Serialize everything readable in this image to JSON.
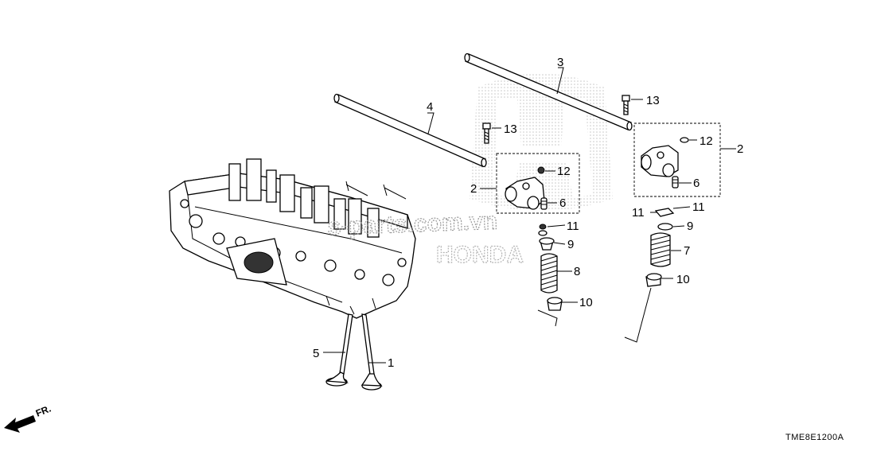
{
  "watermark": {
    "text": "s-parts.com.vn",
    "brand": "HONDA"
  },
  "diagram_code": "TME8E1200A",
  "direction_label": "FR.",
  "callouts": {
    "c1": "1",
    "c2a": "2",
    "c2b": "2",
    "c3": "3",
    "c4": "4",
    "c5": "5",
    "c6a": "6",
    "c6b": "6",
    "c7": "7",
    "c8": "8",
    "c9a": "9",
    "c9b": "9",
    "c10a": "10",
    "c10b": "10",
    "c11a": "11",
    "c11b": "11",
    "c11c": "11",
    "c12a": "12",
    "c12b": "12",
    "c13a": "13",
    "c13b": "13"
  },
  "colors": {
    "line": "#000000",
    "watermark": "#9a9a9a",
    "background": "#ffffff"
  }
}
